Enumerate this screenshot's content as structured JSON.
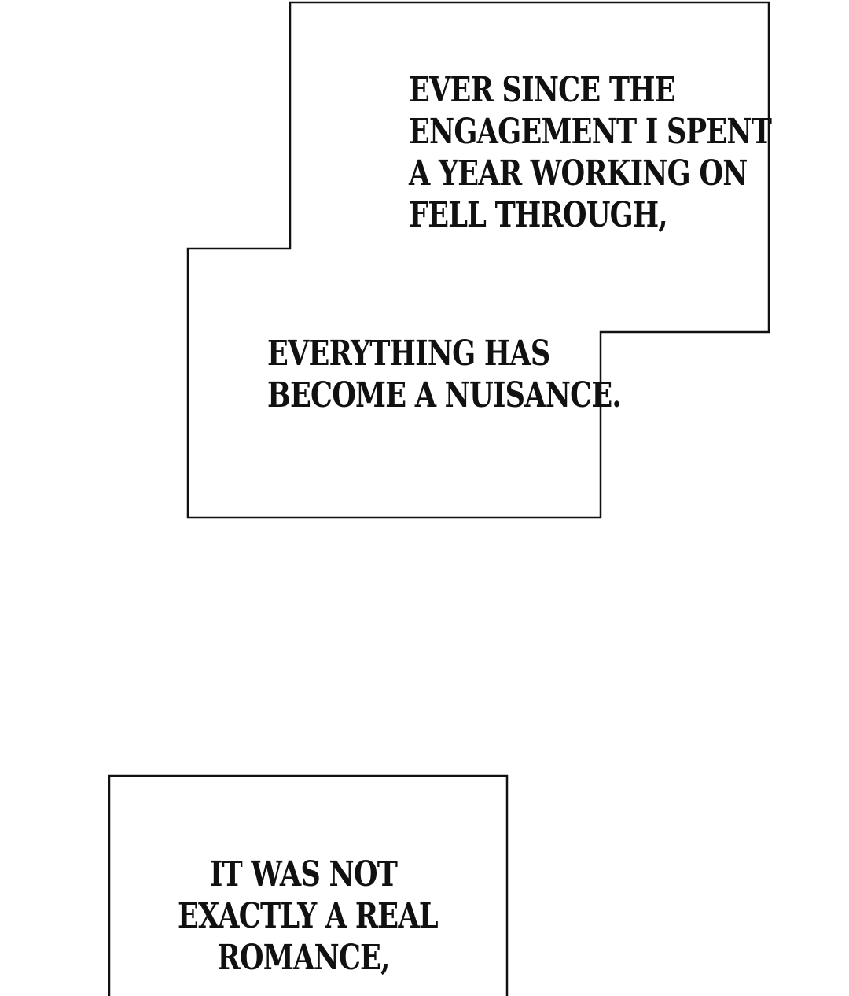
{
  "colors": {
    "background": "#ffffff",
    "border": "#111111",
    "text": "#111111"
  },
  "captions": [
    {
      "lines": [
        "EVER SINCE THE",
        "ENGAGEMENT I SPENT",
        "A YEAR WORKING ON",
        "FELL THROUGH,"
      ]
    },
    {
      "lines": [
        "EVERYTHING HAS",
        "BECOME A NUISANCE."
      ]
    },
    {
      "lines": [
        "IT WAS NOT",
        "EXACTLY A REAL",
        "ROMANCE,"
      ]
    }
  ]
}
